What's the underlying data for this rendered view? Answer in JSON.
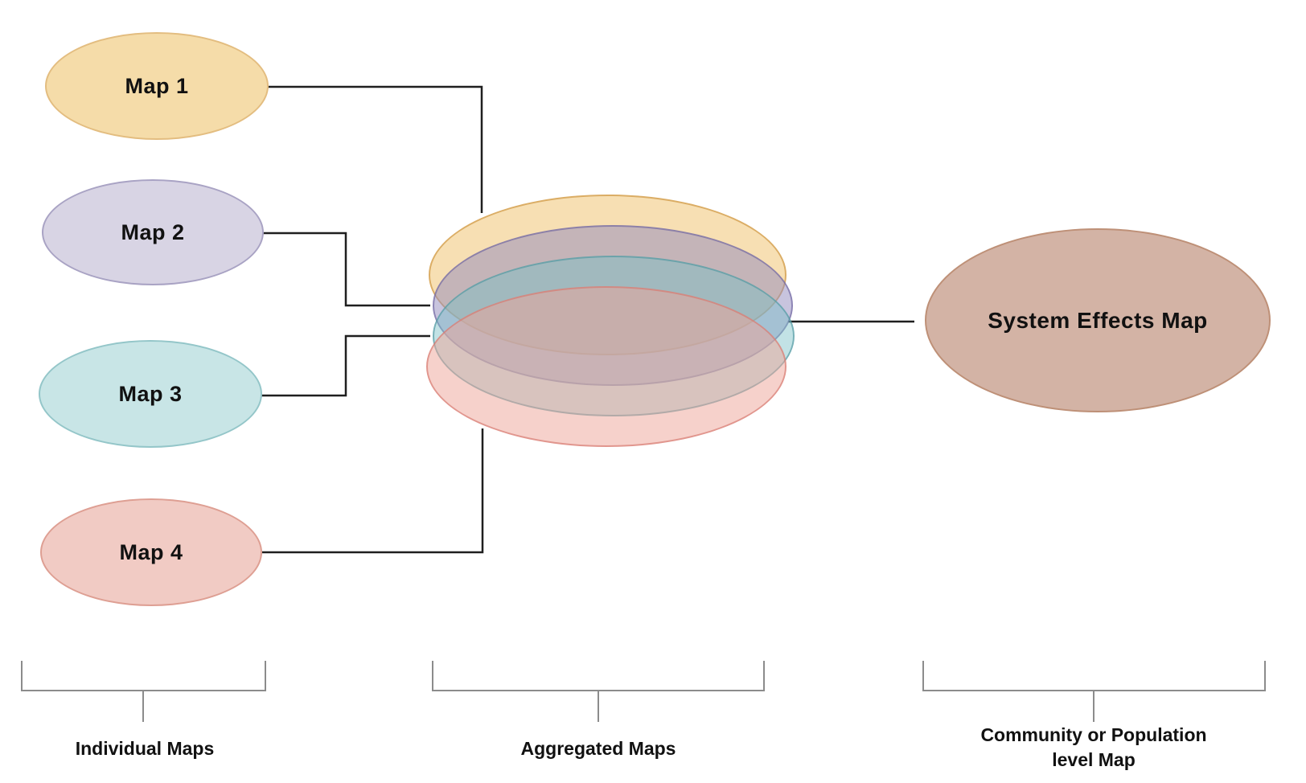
{
  "nodes": {
    "individual_maps": [
      {
        "label": "Map 1",
        "fill": "#F5DCA9",
        "border": "#E3BD80"
      },
      {
        "label": "Map 2",
        "fill": "#D8D4E4",
        "border": "#A9A3C4"
      },
      {
        "label": "Map 3",
        "fill": "#C8E5E6",
        "border": "#94C6C9"
      },
      {
        "label": "Map 4",
        "fill": "#F1CBC4",
        "border": "#DE9F93"
      }
    ],
    "system_map": {
      "label": "System Effects Map",
      "fill": "#D3B3A5",
      "border": "#BE9077"
    }
  },
  "stack": {
    "layers": [
      {
        "name": "aggregated-layer-map1",
        "fill": "rgba(242,202,128,0.60)",
        "border": "rgba(214,164,88,0.85)"
      },
      {
        "name": "aggregated-layer-map2",
        "fill": "rgba(145,138,190,0.50)",
        "border": "rgba(110,100,160,0.65)"
      },
      {
        "name": "aggregated-layer-map3",
        "fill": "rgba(120,190,198,0.45)",
        "border": "rgba(80,150,160,0.65)"
      },
      {
        "name": "aggregated-layer-map4",
        "fill": "rgba(238,163,151,0.50)",
        "border": "rgba(215,120,110,0.65)"
      }
    ]
  },
  "group_labels": {
    "individual": "Individual Maps",
    "aggregated": "Aggregated Maps",
    "community_line1": "Community or Population",
    "community_line2": "level Map"
  },
  "colors": {
    "background": "#ffffff",
    "text": "#111111",
    "arrow": "#1f1f1f",
    "bracket": "#8c8c8c"
  }
}
